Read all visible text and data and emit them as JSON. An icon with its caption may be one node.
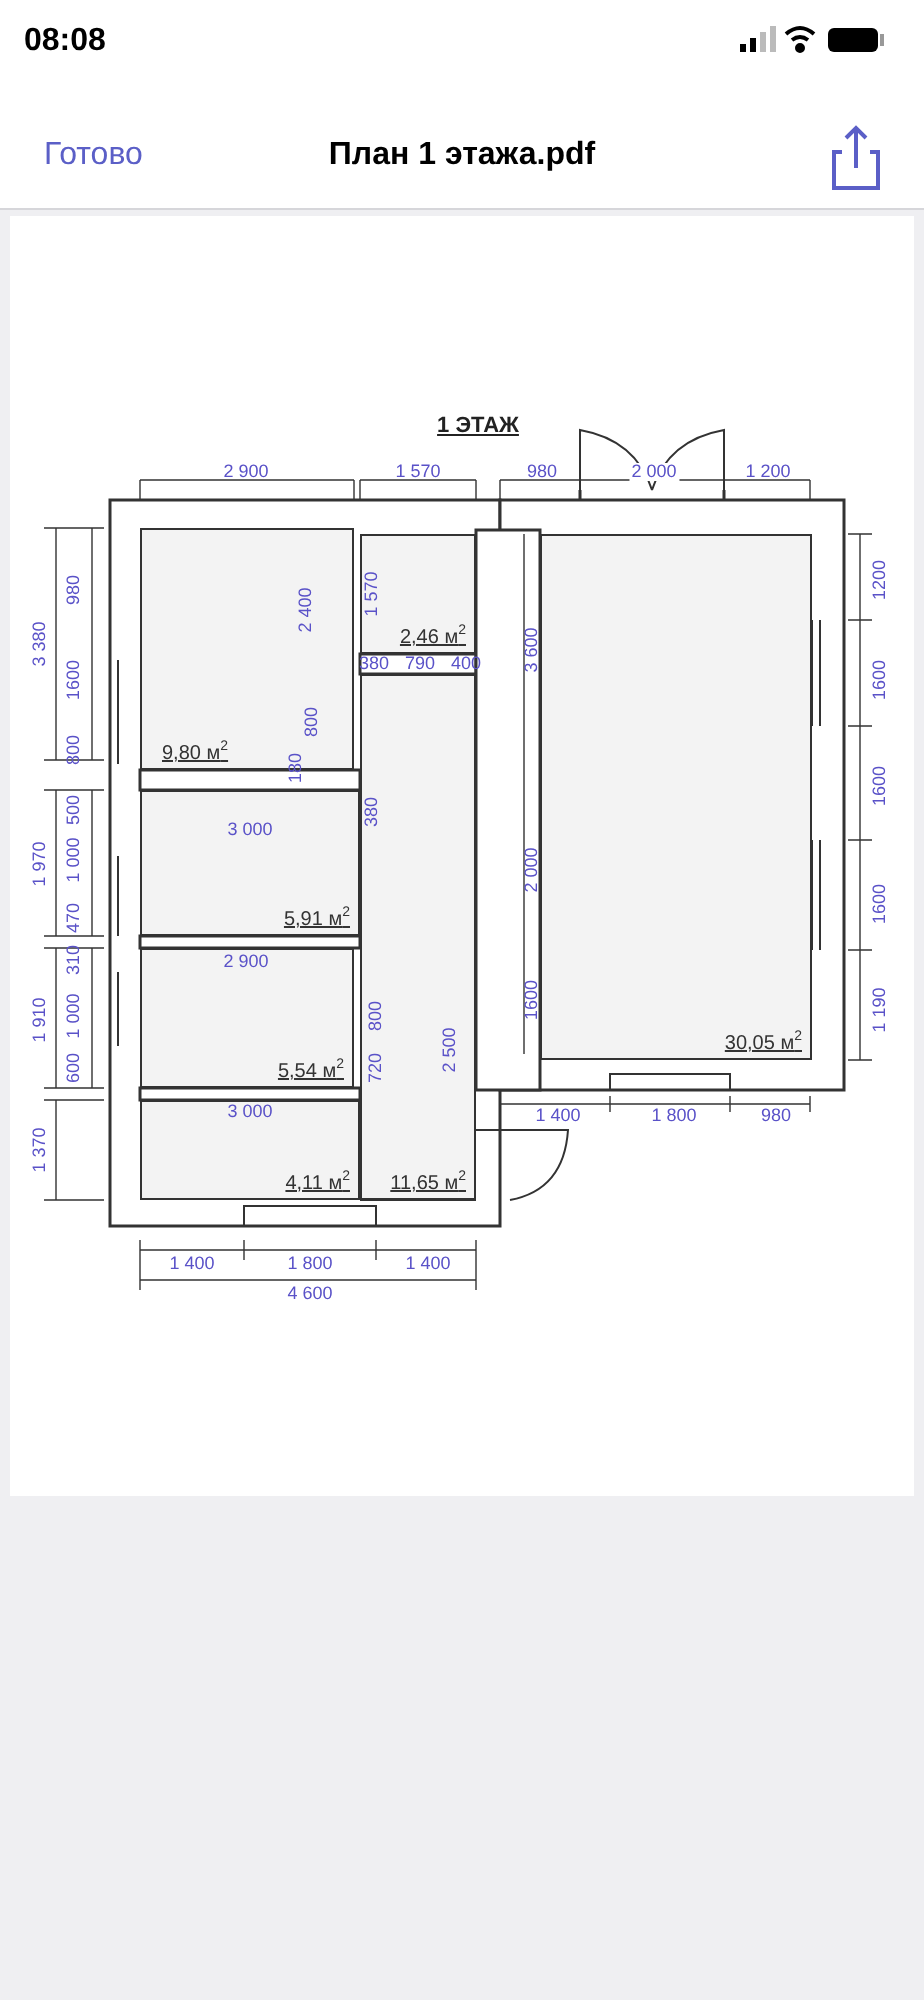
{
  "diagram": {
    "title": "1 ЭТАЖ",
    "nodes": [
      {
        "text": [
          "9,80 м$^{2}$"
        ]
      },
      {
        "text": [
          "2,46 м$^{2}$"
        ]
      },
      {
        "text": [
          "30,05 м$^{2}$"
        ]
      },
      {
        "text": [
          "5,91 м$^{2}$"
        ]
      },
      {
        "text": [
          "5,54 м$^{2}$"
        ]
      },
      {
        "text": [
          "4,11 м$^{2}$"
        ]
      },
      {
        "text": [
          "11,65 м$^{2}$"
        ]
      }
    ],
    "labels": [
      "08:08",
      "Готово",
      "План 1 этажа.pdf",
      "2 900",
      "1 570",
      "980",
      "2 000",
      "1 200",
      "3 380",
      "980",
      "2 400",
      "1 570",
      "3 600",
      "1200",
      "1600",
      "380",
      "790",
      "400",
      "1600",
      "800",
      "180",
      "800",
      "500",
      "380",
      "1600",
      "3 000",
      "1 970",
      "1 000",
      "470",
      "2 000",
      "1600",
      "310",
      "2 900",
      "1 910",
      "1 000",
      "800",
      "2 500",
      "1600",
      "1 190",
      "600",
      "720",
      "3 000",
      "1 400",
      "1 800",
      "980",
      "1 370",
      "1 400",
      "1 800",
      "1 400",
      "4 600"
    ]
  }
}
